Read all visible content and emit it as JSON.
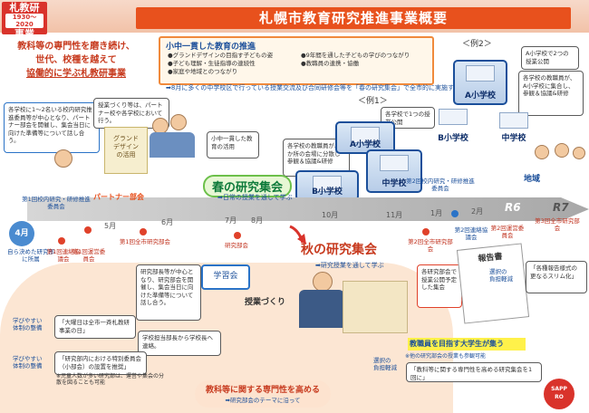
{
  "logo": {
    "line1": "札教研",
    "num": "1930〜2020",
    "line2": "事業"
  },
  "title": "札幌市教育研究推進事業概要",
  "lead": [
    "教科等の専門性を磨き続け、",
    "世代、校種を越えて",
    "協働的に学ぶ札教研事業"
  ],
  "box": {
    "heading": "小中一貫した教育の推進",
    "items": [
      "●グランドデザインの目指す子どもの姿",
      "●子ども理解・生徒指導の連続性",
      "●家庭や地域とのつながり",
      "●9年間を通した子どもの学びのつながり",
      "●教職員の連携・協働"
    ]
  },
  "note8": "➡8月に多くの中学校区で行っている授業交流及び合同研修会等を「春の研究集会」で全市的に実施するイメージ",
  "bubbles": {
    "left_intro": "各学校に1〜2名いる校内研究推進委員等が中心となり、パートナー部会を開催し、集会当日に向けた準備等について話し合う。",
    "grand": "授業づくり等は、パートナー校や各学校において行う。",
    "ichikan": "小中一貫した教育の活用",
    "school_one": "各学校で1つの授業公開",
    "center": "各学校の教職員が、3か所の会場に分散し参観＆協議&研修",
    "ex2_top": "A小学校で2つの授業公開",
    "ex2_right": "各学校の教職員が、A小学校に集合し、参観＆協議&研修",
    "gakushu": "研究部長等が中心となり、研究部会を開催し、集会当日に向けた準備等について話し合う。",
    "jugyo": "学校担当部長から学校長へ連絡。",
    "autumn_note": "各研究部会で授業公開予定した集会",
    "inst": "「大曜日は全市一斉札教研事業の日」",
    "kakusa": "「研究部内における特別委員会（小部会）の設置を推奨」",
    "kakusa2": "※児童人数が多い研究部は、運営や集会の分散を図ることも可能",
    "report": "「各種報告様式の更なるスリム化」",
    "senmon": "「教科等に関する専門性を高める研究集会を1回に」"
  },
  "examples": {
    "ex1": "＜例1＞",
    "ex2": "＜例2＞"
  },
  "schools": {
    "a1": "A小学校",
    "b1": "B小学校",
    "c1": "中学校",
    "a2": "A小学校",
    "b2": "B小学校",
    "c2": "中学校"
  },
  "chiiki": "地域",
  "timeline": {
    "april": "4月",
    "april_note": "自ら決めた研究部に所属",
    "months": [
      "5月",
      "6月",
      "7月",
      "8月",
      "10月",
      "11月",
      "1月",
      "2月"
    ],
    "r6": "R6",
    "r7": "R7",
    "events": [
      {
        "label": "第1回校内研究・研修推進委員会"
      },
      {
        "label": "第1回連絡協議会"
      },
      {
        "label": "第1回運営委員会"
      },
      {
        "label": "第1回全市研究部会"
      },
      {
        "label": "研究部会"
      },
      {
        "label": "第2回全市研究部会"
      },
      {
        "label": "第2回連絡協議会"
      },
      {
        "label": "第2回運営委員会"
      },
      {
        "label": "第3回全市研究部会"
      },
      {
        "label": "第2回校内研究・研修推進委員会"
      }
    ]
  },
  "partner": "パートナー部会",
  "spring": {
    "title": "春の研究集会",
    "sub": "➡日常の授業を通して学ぶ"
  },
  "autumn": {
    "title": "秋の研究集会",
    "sub": "➡研究授業を通して学ぶ"
  },
  "gakushu_label": "学習会",
  "jugyo_label": "授業づくり",
  "yellow_band": "教職員を目指す大学生が集う",
  "yellow_sub": "※他の研究部会の授業も参観可能",
  "report_title": "報告書",
  "benefits": {
    "b1a": "学びやすい",
    "b1b": "体制の整備",
    "b2a": "学びやすい",
    "b2b": "体制の整備",
    "b3a": "選択の",
    "b3b": "負担軽減",
    "b4a": "選択の",
    "b4b": "負担軽減"
  },
  "bottom": {
    "main": "教科等に関する専門性を高める",
    "sub": "➡研究部会のテーマに沿って"
  },
  "sapporo": {
    "l1": "SAPP",
    "l2": "RO"
  },
  "colors": {
    "accent": "#e8511d",
    "blue": "#1b4f9a",
    "green": "#0d7a3a"
  }
}
